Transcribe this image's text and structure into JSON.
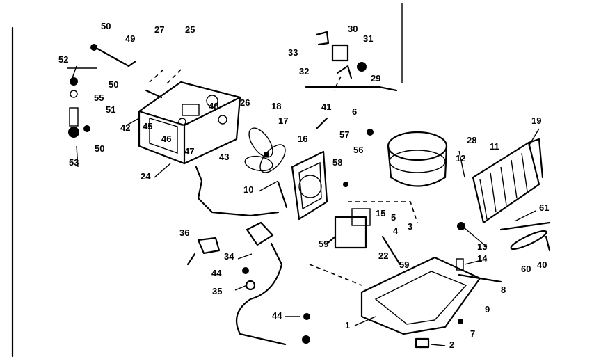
{
  "callouts": {
    "c1": "1",
    "c2": "2",
    "c3": "3",
    "c4": "4",
    "c5": "5",
    "c6": "6",
    "c7": "7",
    "c8": "8",
    "c9": "9",
    "c10": "10",
    "c11": "11",
    "c12": "12",
    "c13": "13",
    "c14": "14",
    "c15": "15",
    "c16": "16",
    "c17": "17",
    "c18": "18",
    "c19": "19",
    "c22": "22",
    "c24": "24",
    "c25": "25",
    "c26": "26",
    "c27": "27",
    "c28": "28",
    "c29": "29",
    "c30": "30",
    "c31": "31",
    "c32": "32",
    "c33": "33",
    "c34": "34",
    "c35": "35",
    "c36": "36",
    "c40": "40",
    "c41": "41",
    "c42": "42",
    "c43": "43",
    "c44a": "44",
    "c44b": "44",
    "c45": "45",
    "c46": "46",
    "c47": "47",
    "c48": "48",
    "c49": "49",
    "c50a": "50",
    "c50b": "50",
    "c50c": "50",
    "c51": "51",
    "c52": "52",
    "c53": "53",
    "c55": "55",
    "c56": "56",
    "c57": "57",
    "c58": "58",
    "c59a": "59",
    "c59b": "59",
    "c60": "60",
    "c61": "61"
  }
}
